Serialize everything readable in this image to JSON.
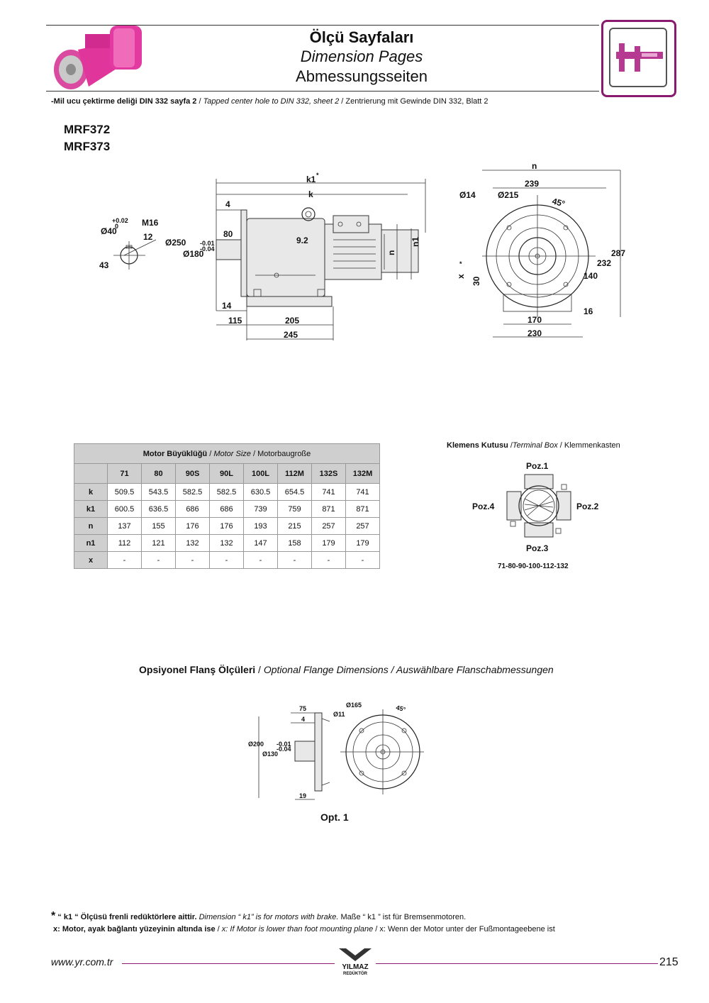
{
  "header": {
    "title_tr": "Ölçü Sayfaları",
    "title_en": "Dimension Pages",
    "title_de": "Abmessungsseiten"
  },
  "note": {
    "tr": "-Mil ucu çektirme deliği DIN 332 sayfa 2",
    "sep1": " / ",
    "en": "Tapped center hole to DIN 332, sheet 2",
    "sep2": " / ",
    "de": "Zentrierung mit Gewinde DIN 332, Blatt 2"
  },
  "models": [
    "MRF372",
    "MRF373"
  ],
  "drawing_side": {
    "k1": "k1",
    "k1_star": "*",
    "k": "k",
    "d4": "4",
    "d80": "80",
    "d92": "9.2",
    "d250": "Ø250",
    "d180": "Ø180",
    "tol1": "-0.01",
    "tol2": "-0.04",
    "d14": "14",
    "d115": "115",
    "d205": "205",
    "d245": "245",
    "n": "n",
    "n1": "n1"
  },
  "drawing_shaft": {
    "tolp": "+0.02",
    "tol0": "0",
    "d40": "Ø40",
    "m16": "M16",
    "d12": "12",
    "d43": "43"
  },
  "drawing_front": {
    "n": "n",
    "d239": "239",
    "d14": "Ø14",
    "d215": "Ø215",
    "a45": "45°",
    "d287": "287",
    "d232": "232",
    "d140": "140",
    "d16": "16",
    "d170": "170",
    "d230": "230",
    "d30": "30",
    "x": "x",
    "x_star": "*"
  },
  "table": {
    "title_tr": "Motor Büyüklüğü",
    "sep1": " / ",
    "title_en": "Motor Size",
    "sep2": " / ",
    "title_de": "Motorbaugroße",
    "columns": [
      "71",
      "80",
      "90S",
      "90L",
      "100L",
      "112M",
      "132S",
      "132M"
    ],
    "rows": [
      {
        "label": "k",
        "values": [
          "509.5",
          "543.5",
          "582.5",
          "582.5",
          "630.5",
          "654.5",
          "741",
          "741"
        ]
      },
      {
        "label": "k1",
        "values": [
          "600.5",
          "636.5",
          "686",
          "686",
          "739",
          "759",
          "871",
          "871"
        ]
      },
      {
        "label": "n",
        "values": [
          "137",
          "155",
          "176",
          "176",
          "193",
          "215",
          "257",
          "257"
        ]
      },
      {
        "label": "n1",
        "values": [
          "112",
          "121",
          "132",
          "132",
          "147",
          "158",
          "179",
          "179"
        ]
      },
      {
        "label": "x",
        "values": [
          "-",
          "-",
          "-",
          "-",
          "-",
          "-",
          "-",
          "-"
        ]
      }
    ]
  },
  "terminal_box": {
    "title_tr": "Klemens Kutusu",
    "sep1": " /",
    "title_en": "Terminal Box",
    "sep2": " / ",
    "title_de": "Klemmenkasten",
    "poz1": "Poz.1",
    "poz2": "Poz.2",
    "poz3": "Poz.3",
    "poz4": "Poz.4",
    "sizes": "71-80-90-100-112-132"
  },
  "optional_flange": {
    "title_tr": "Opsiyonel Flanş Ölçüleri",
    "sep1": " / ",
    "title_en": "Optional Flange Dimensions",
    "sep2": " / ",
    "title_de": "Auswählbare Flanschabmessungen",
    "d75": "75",
    "d4": "4",
    "d200": "Ø200",
    "d130": "Ø130",
    "tol1": "-0.01",
    "tol2": "-0.04",
    "d19": "19",
    "d165": "Ø165",
    "d11": "Ø11",
    "a45": "45°",
    "label": "Opt. 1"
  },
  "footnotes": {
    "star": "*",
    "k1_tr": "“ k1 “ Ölçüsü frenli redüktörlere aittir.",
    "k1_en": "Dimension “ k1” is for motors with brake.",
    "k1_de": "Maße “ k1 ” ist für Bremsenmotoren.",
    "x_tr": "x: Motor, ayak bağlantı yüzeyinin altında ise",
    "sep1": " / ",
    "x_en": "x: If Motor is lower than foot mounting plane",
    "sep2": " / ",
    "x_de": "x: Wenn der Motor unter der Fußmontageebene ist"
  },
  "footer": {
    "url": "www.yr.com.tr",
    "brand": "YILMAZ",
    "brand_sub": "REDÜKTÖR",
    "page": "215"
  },
  "colors": {
    "accent": "#8a1a6e",
    "motor": "#e0359a",
    "table_header": "#cfcfcf"
  }
}
